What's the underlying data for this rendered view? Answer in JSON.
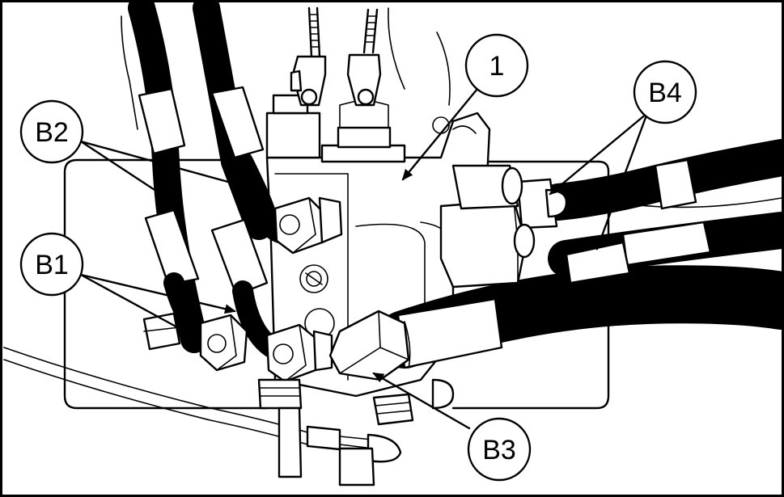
{
  "callouts": {
    "c1": "1",
    "b1": "B1",
    "b2": "B2",
    "b3": "B3",
    "b4": "B4"
  }
}
